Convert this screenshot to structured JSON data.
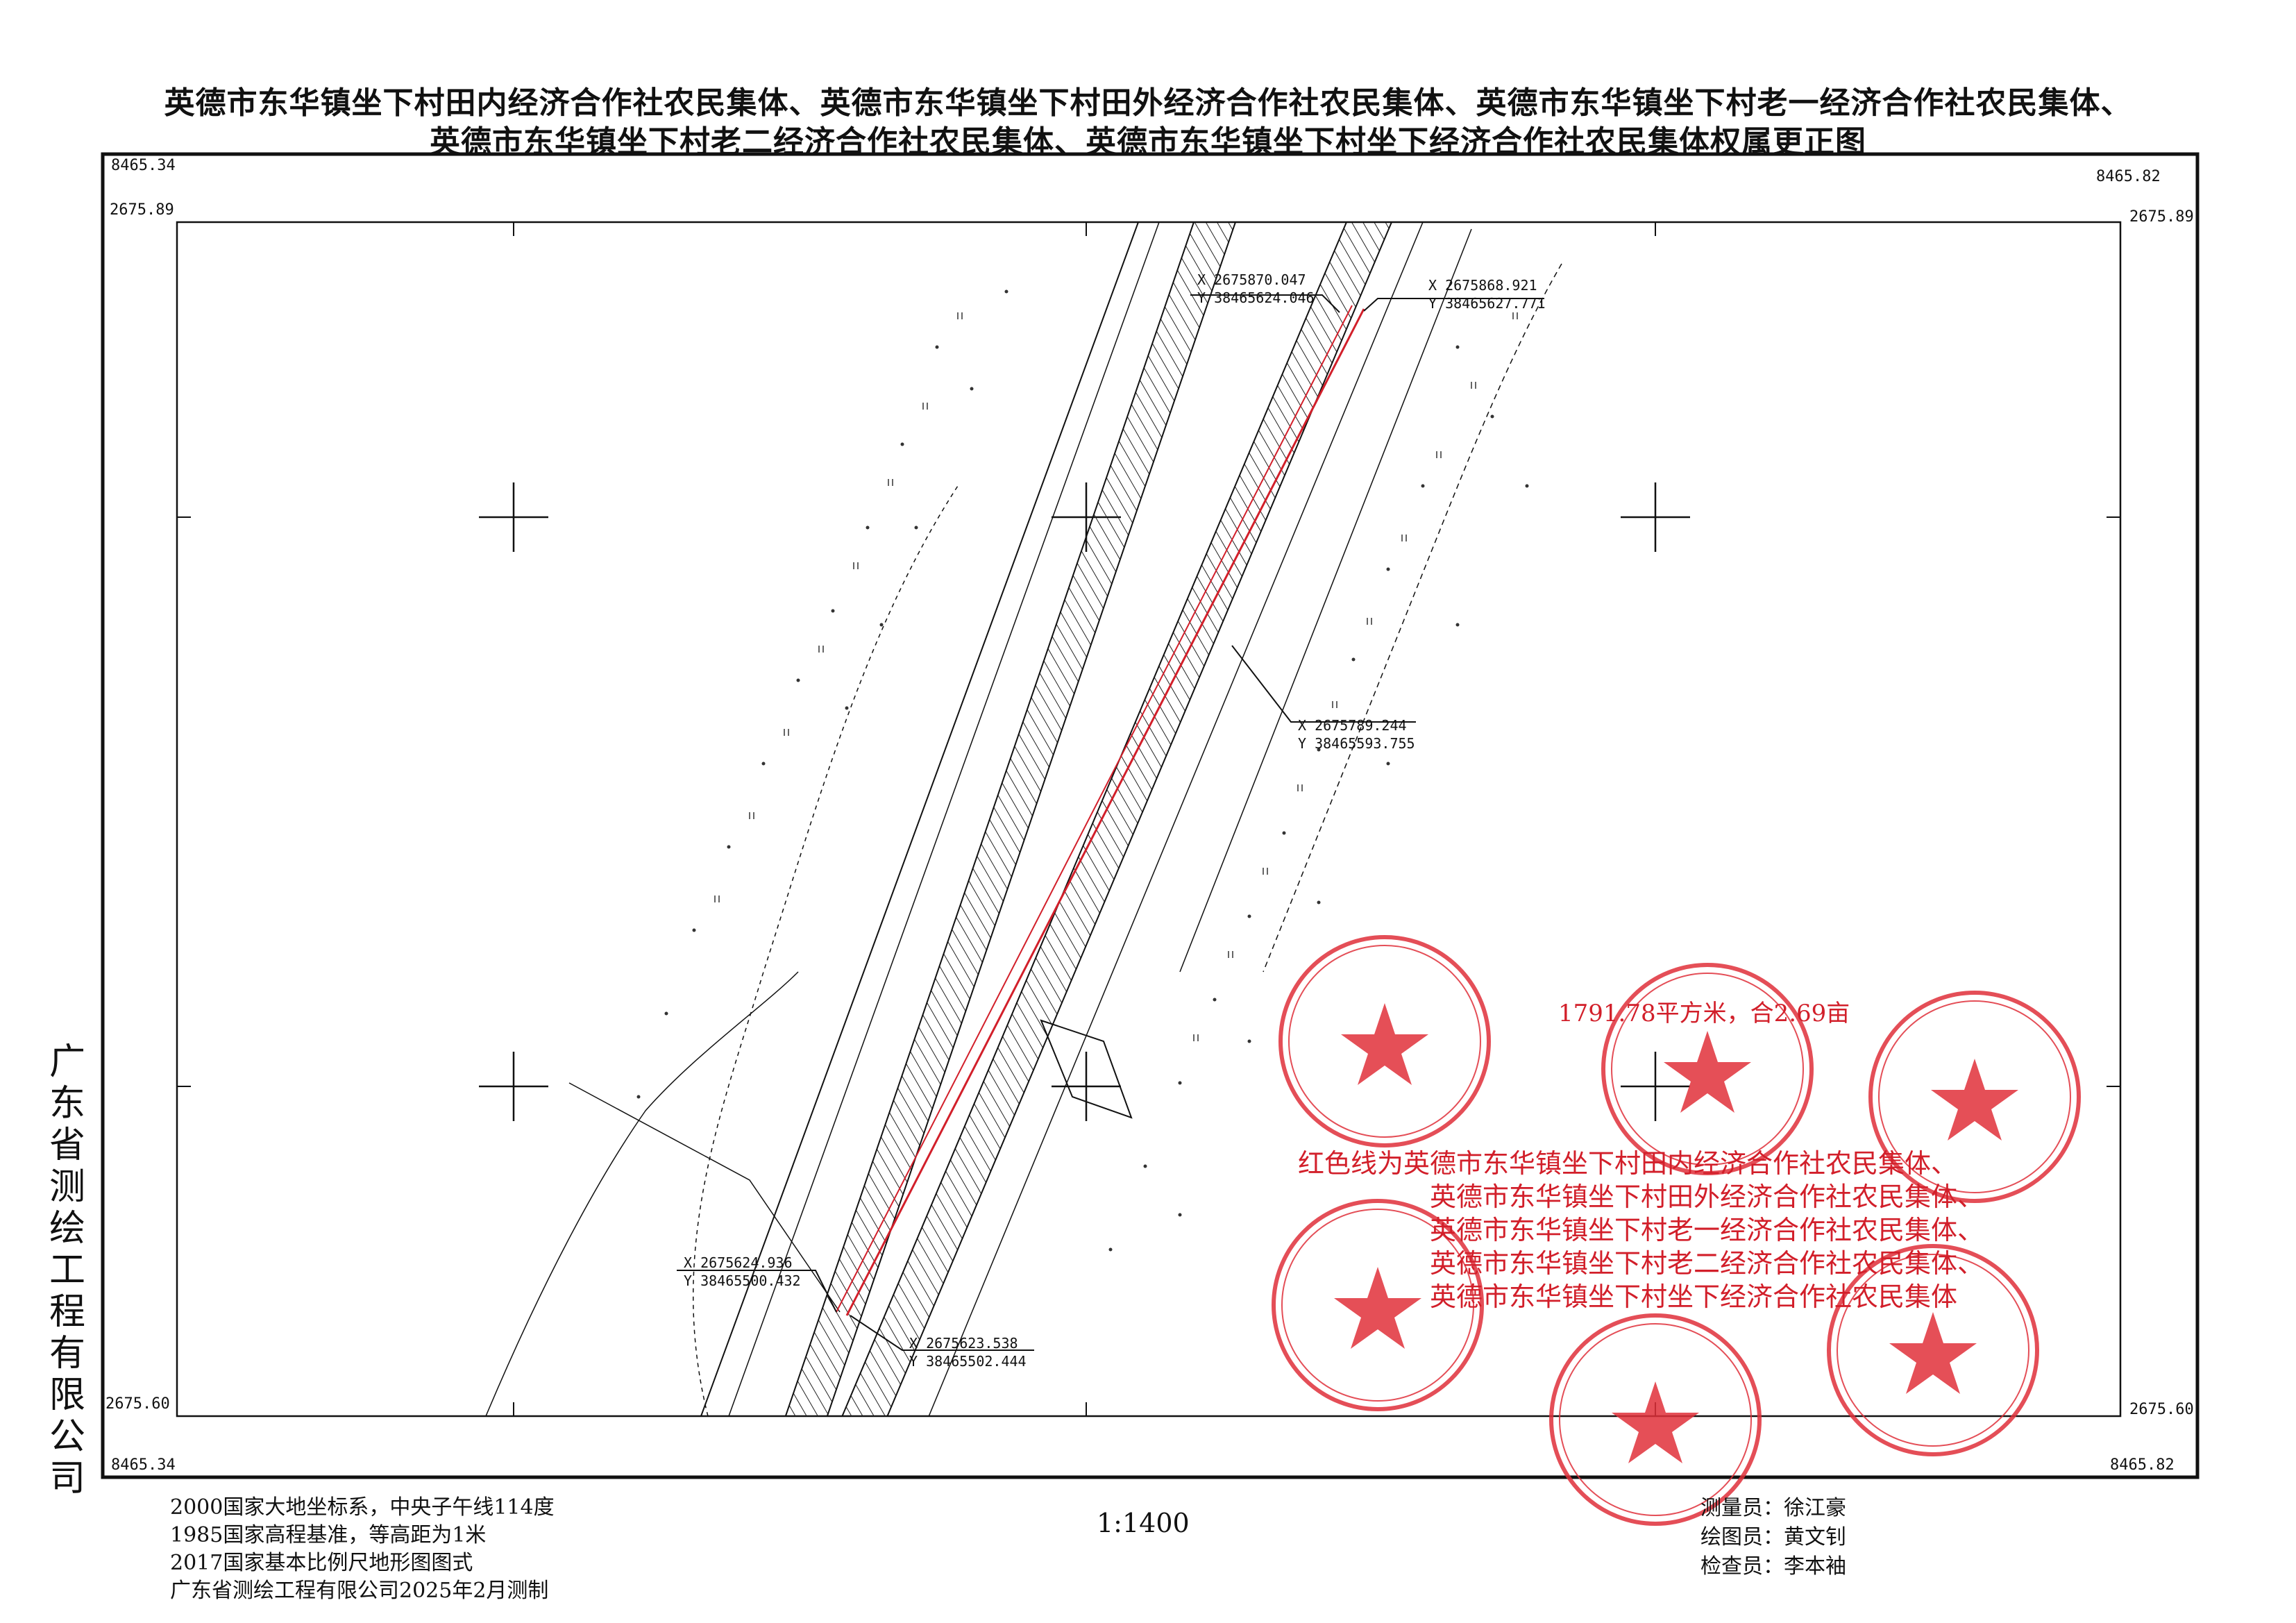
{
  "title": {
    "line1": "英德市东华镇坐下村田内经济合作社农民集体、英德市东华镇坐下村田外经济合作社农民集体、英德市东华镇坐下村老一经济合作社农民集体、",
    "line2": "英德市东华镇坐下村老二经济合作社农民集体、英德市东华镇坐下村坐下经济合作社农民集体权属更正图"
  },
  "frame_coords": {
    "top_left_x": "8465.34",
    "top_right_x": "8465.82",
    "bottom_left_x": "8465.34",
    "bottom_right_x": "8465.82",
    "top_left_y": "2675.89",
    "top_right_y": "2675.89",
    "bottom_left_y": "2675.60",
    "bottom_right_y": "2675.60"
  },
  "points": [
    {
      "x": "X 2675870.047",
      "y": "Y 38465624.046"
    },
    {
      "x": "X 2675868.921",
      "y": "Y 38465627.771"
    },
    {
      "x": "X 2675789.244",
      "y": "Y 38465593.755"
    },
    {
      "x": "X 2675624.936",
      "y": "Y 38465500.432"
    },
    {
      "x": "X 2675623.538",
      "y": "Y 38465502.444"
    }
  ],
  "area_label": "1791.78平方米，合2.69亩",
  "legend_lines": [
    "红色线为英德市东华镇坐下村田内经济合作社农民集体、",
    "英德市东华镇坐下村田外经济合作社农民集体、",
    "英德市东华镇坐下村老一经济合作社农民集体、",
    "英德市东华镇坐下村老二经济合作社农民集体、",
    "英德市东华镇坐下村坐下经济合作社农民集体"
  ],
  "company_vertical": "广东省测绘工程有限公司",
  "footer_left": [
    "2000国家大地坐标系，中央子午线114度",
    "1985国家高程基准，等高距为1米",
    "2017国家基本比例尺地形图图式",
    "广东省测绘工程有限公司2025年2月测制"
  ],
  "scale": "1:1400",
  "staff": {
    "surveyor_label": "测量员：",
    "surveyor": "徐江豪",
    "drafter_label": "绘图员：",
    "drafter": "黄文钊",
    "checker_label": "检查员：",
    "checker": "李本袖"
  },
  "colors": {
    "boundary_red": "#d21f2a",
    "stamp_red": "#e0303a",
    "line_black": "#111111"
  }
}
